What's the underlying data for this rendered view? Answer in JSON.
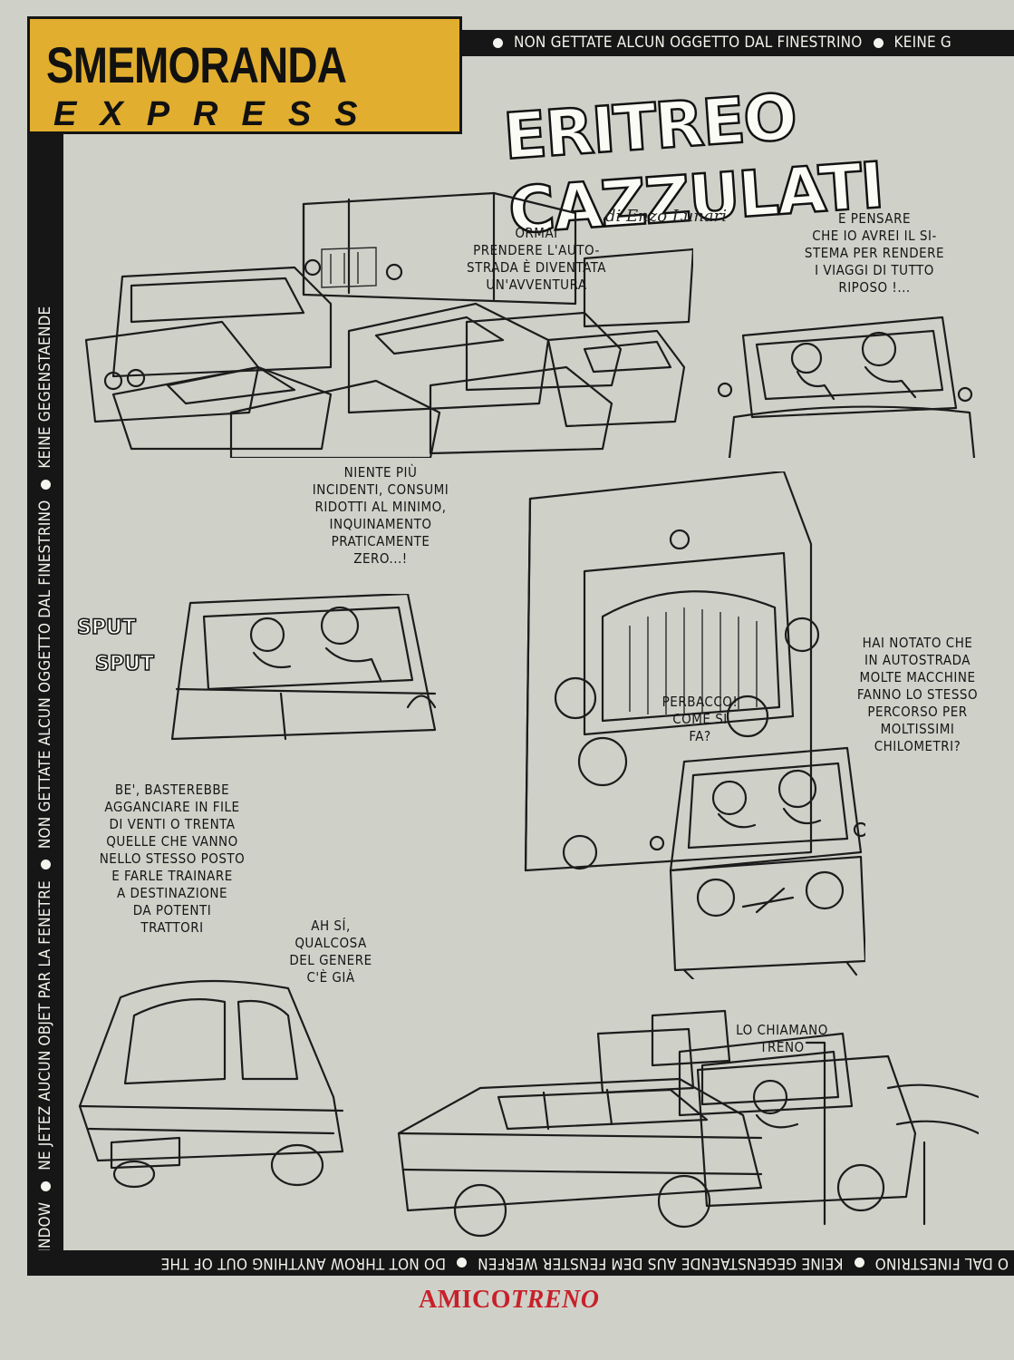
{
  "logo": {
    "main": "SMEMORANDA",
    "sub": "EXPRESS"
  },
  "frame": {
    "top_strip": [
      "NON GETTATE ALCUN OGGETTO DAL FINESTRINO",
      "KEINE G"
    ],
    "left_strip": [
      "WINDOW",
      "NE JETEZ AUCUN OBJET PAR LA FENETRE",
      "NON GETTATE ALCUN OGGETTO DAL FINESTRINO",
      "KEINE GEGENSTAENDE"
    ],
    "bottom_strip": [
      "DO NOT THROW ANYTHING OUT OF THE",
      "KEINE GEGENSTAENDE AUS DEM FENSTER WERFEN",
      "O DAL FINESTRINO"
    ]
  },
  "comic": {
    "title": "ERITREO CAZZULATI",
    "author": "di Enzo Lunari",
    "balloons": {
      "b1": "ORMAI\nPRENDERE L'AUTO-\nSTRADA È DIVENTATA\nUN'AVVENTURA",
      "b2": "E PENSARE\nCHE IO AVREI IL SI-\nSTEMA PER RENDERE\nI VIAGGI DI TUTTO\nRIPOSO !...",
      "b3": "NIENTE PIÙ\nINCIDENTI, CONSUMI\nRIDOTTI AL MINIMO,\nINQUINAMENTO\nPRATICAMENTE\nZERO...!",
      "b4": "HAI NOTATO CHE\nIN AUTOSTRADA\nMOLTE MACCHINE\nFANNO LO STESSO\nPERCORSO PER\nMOLTISSIMI\nCHILOMETRI?",
      "b5": "PERBACCO!\nCOME SI\nFA?",
      "b6": "BE', BASTEREBBE\nAGGANCIARE IN FILE\nDI VENTI O TRENTA\nQUELLE CHE VANNO\nNELLO STESSO POSTO\nE FARLE TRAINARE\nA DESTINAZIONE\nDA POTENTI\nTRATTORI",
      "b7": "AH SÍ,\nQUALCOSA\nDEL GENERE\nC'È GIÀ",
      "b8": "LO CHIAMANO\nTRENO"
    },
    "sfx": [
      "SPUT",
      "SPUT"
    ]
  },
  "footer": {
    "brand_a": "AMICO",
    "brand_b": "TRENO"
  },
  "colors": {
    "logo_bg": "#e2ae2f",
    "bar": "#161616",
    "paper": "#cfd1c9",
    "brand_red": "#c8202a"
  }
}
